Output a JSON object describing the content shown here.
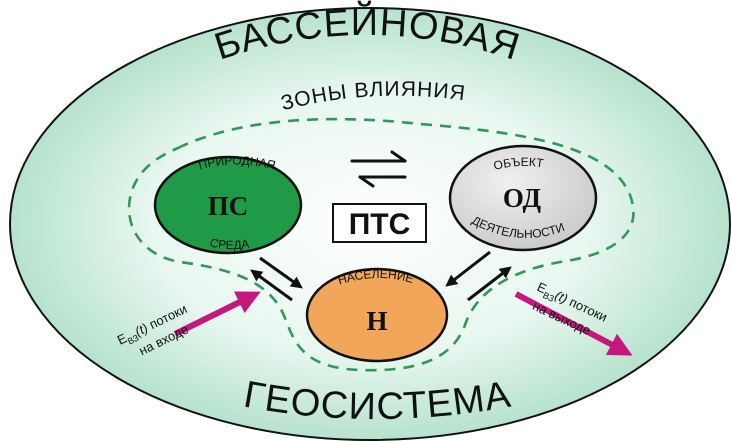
{
  "basin_top": "БАССЕЙНОВАЯ",
  "basin_bottom": "ГЕОСИСТЕМА",
  "zone_label": "ЗОНЫ ВЛИЯНИЯ",
  "center_label": "ПТС",
  "nature": {
    "top": "ПРИРОДНАЯ",
    "abbr": "ПС",
    "bottom": "СРЕДА"
  },
  "activity": {
    "top": "ОБЪЕКТ",
    "abbr": "ОД",
    "bottom": "ДЕЯТЕЛЬНОСТИ"
  },
  "population": {
    "top": "НАСЕЛЕНИЕ",
    "abbr": "Н"
  },
  "flow_in": {
    "symbol": "E",
    "subscript": "ВЗ",
    "arg": "(t)",
    "word": " потоки",
    "line2": "на входе"
  },
  "flow_out": {
    "symbol": "E",
    "subscript": "ВЗ",
    "arg": "(t)",
    "word": " потоки",
    "line2": "на выходе"
  },
  "colors": {
    "nature_fill": "#1f9a47",
    "activity_fill": "#d4d4d4",
    "population_fill": "#f2a65a",
    "zone_dash": "#2f9a55",
    "flow_arrow": "#c4187e"
  }
}
